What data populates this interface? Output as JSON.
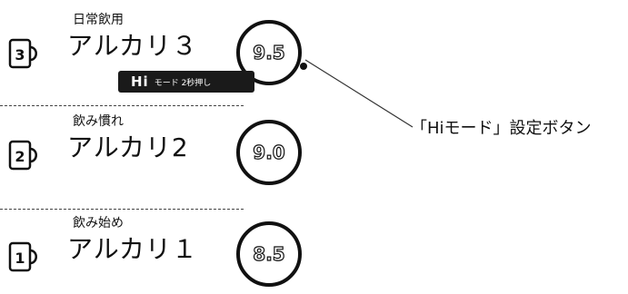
{
  "modes": [
    {
      "level": "3",
      "subtitle": "日常飲用",
      "title": "アルカリ３",
      "value": "9.5"
    },
    {
      "level": "2",
      "subtitle": "飲み慣れ",
      "title": "アルカリ2",
      "value": "9.0"
    },
    {
      "level": "1",
      "subtitle": "飲み始め",
      "title": "アルカリ１",
      "value": "8.5"
    }
  ],
  "hi_badge": {
    "main": "Hi",
    "sub": "モード 2秒押し"
  },
  "callout": {
    "label": "「Hiモード」設定ボタン"
  }
}
